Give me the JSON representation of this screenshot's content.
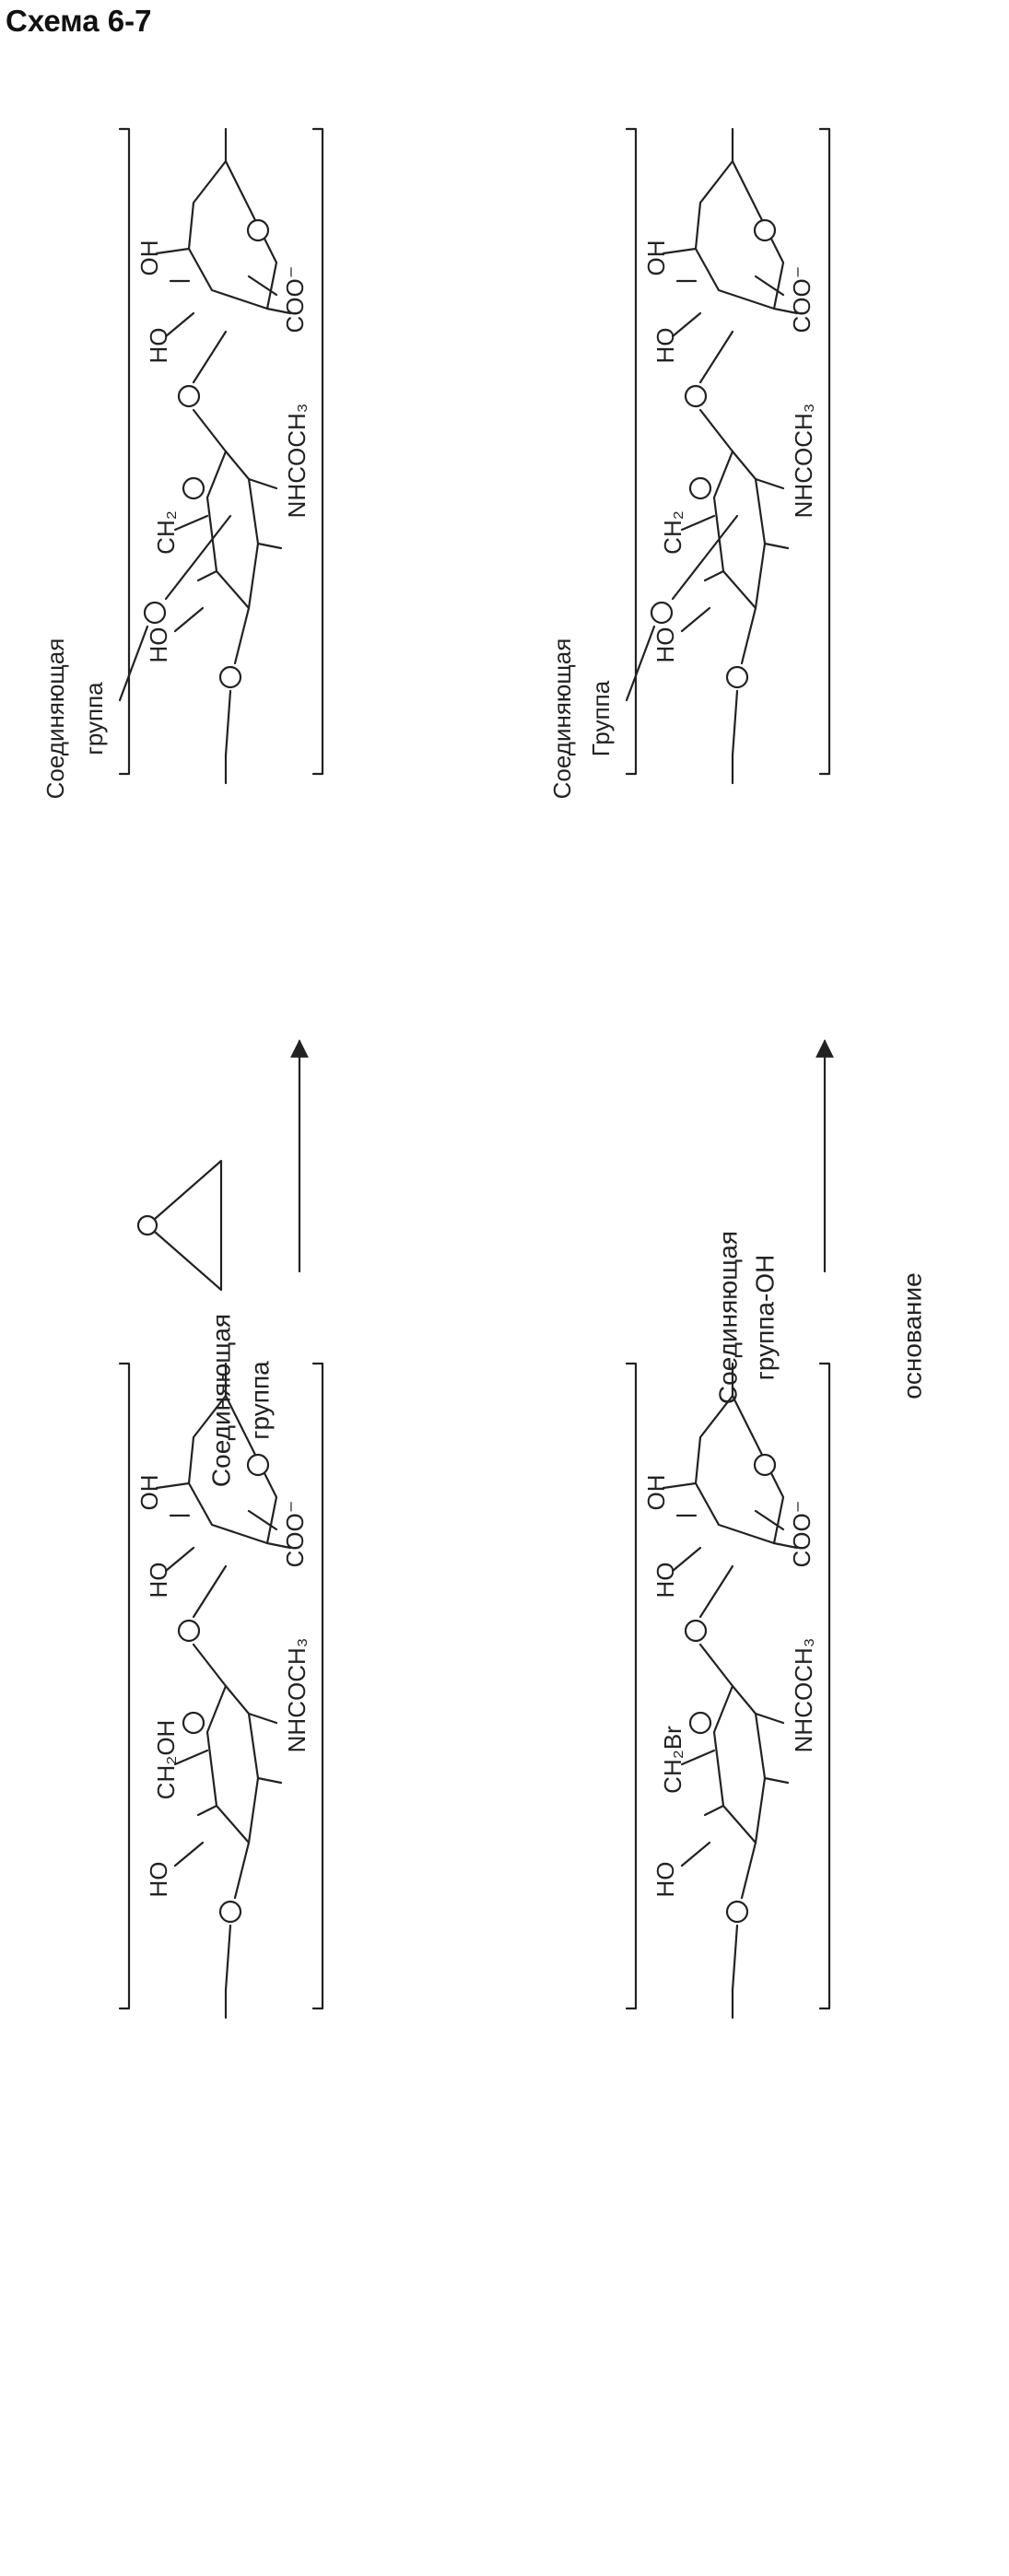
{
  "title": "Схема 6-7",
  "reactions": [
    {
      "reactant": {
        "groups": {
          "hydroxymethyl": "CH₂OH",
          "acetamido": "NHCOCH₃",
          "hydroxyl_a": "HO",
          "hydroxyl_b": "HO",
          "hydroxyl_c": "OH",
          "carboxylate": "COO⁻"
        }
      },
      "reagent": {
        "line1": "Соединяющая",
        "line2": "группа",
        "icon": "epoxide-ring-icon"
      },
      "product": {
        "label": {
          "line1": "Соединяющая",
          "line2": "группа"
        },
        "groups": {
          "ch2": "CH₂",
          "acetamido": "NHCOCH₃",
          "hydroxyl_a": "HO",
          "hydroxyl_b": "HO",
          "hydroxyl_c": "OH",
          "carboxylate": "COO⁻"
        }
      }
    },
    {
      "reactant": {
        "groups": {
          "bromomethyl": "CH₂Br",
          "acetamido": "NHCOCH₃",
          "hydroxyl_a": "HO",
          "hydroxyl_b": "HO",
          "hydroxyl_c": "OH",
          "carboxylate": "COO⁻"
        }
      },
      "reagent": {
        "line1": "Соединяющая",
        "line2": "группа-OH",
        "condition": "основание"
      },
      "product": {
        "label": {
          "line1": "Соединяющая",
          "line2": "Группа"
        },
        "groups": {
          "ch2": "CH₂",
          "acetamido": "NHCOCH₃",
          "hydroxyl_a": "HO",
          "hydroxyl_b": "HO",
          "hydroxyl_c": "OH",
          "carboxylate": "COO⁻"
        }
      }
    }
  ]
}
